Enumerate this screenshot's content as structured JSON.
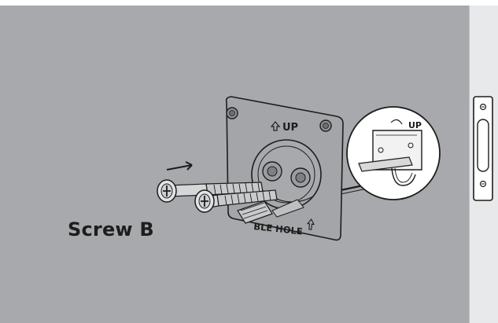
{
  "figure": {
    "screw_label": "Screw B",
    "plate_top_text": "UP",
    "plate_bottom_text": "BLE HOLE",
    "inset_text": "UP"
  },
  "colors": {
    "door_face": "#a7a9ac",
    "door_edge": "#e8e9ea",
    "line": "#1d1d1d",
    "plate": "#9fa1a4"
  },
  "icons": [
    "arrow-right-icon",
    "up-arrow-icon"
  ]
}
